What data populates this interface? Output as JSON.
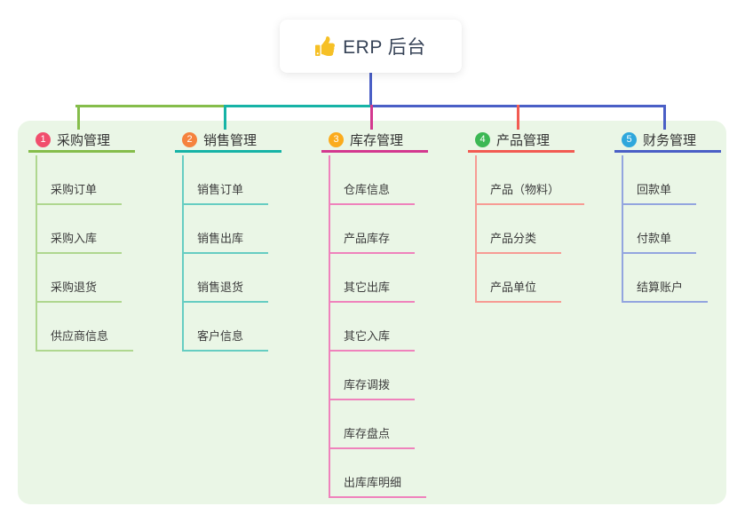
{
  "root": {
    "title": "ERP 后台",
    "icon": "thumbs-up"
  },
  "colors": {
    "page_bg": "#ffffff",
    "panel_bg": "#EAF6E6",
    "blue": "#4A5FC6",
    "teal": "#16B3A6",
    "green": "#85BD4B",
    "title_text": "#374357",
    "thumb": "#F6C026"
  },
  "branches": [
    {
      "badge": "1",
      "label": "采购管理",
      "colors": {
        "strong": "#85BD4B",
        "light": "#AFD78F",
        "badge": "#F14E6D"
      },
      "children": [
        "采购订单",
        "采购入库",
        "采购退货",
        "供应商信息"
      ]
    },
    {
      "badge": "2",
      "label": "销售管理",
      "colors": {
        "strong": "#16B3A6",
        "light": "#66CDC2",
        "badge": "#F5823E"
      },
      "children": [
        "销售订单",
        "销售出库",
        "销售退货",
        "客户信息"
      ]
    },
    {
      "badge": "3",
      "label": "库存管理",
      "colors": {
        "strong": "#D3388F",
        "light": "#EF82BC",
        "badge": "#FBAB1C"
      },
      "children": [
        "仓库信息",
        "产品库存",
        "其它出库",
        "其它入库",
        "库存调拨",
        "库存盘点",
        "出库库明细"
      ]
    },
    {
      "badge": "4",
      "label": "产品管理",
      "colors": {
        "strong": "#F25B52",
        "light": "#F79B94",
        "badge": "#3CB854"
      },
      "children": [
        "产品（物料）",
        "产品分类",
        "产品单位"
      ]
    },
    {
      "badge": "5",
      "label": "财务管理",
      "colors": {
        "strong": "#4A5FC6",
        "light": "#93A5DF",
        "badge": "#2FA7DC"
      },
      "children": [
        "回款单",
        "付款单",
        "结算账户"
      ]
    }
  ]
}
